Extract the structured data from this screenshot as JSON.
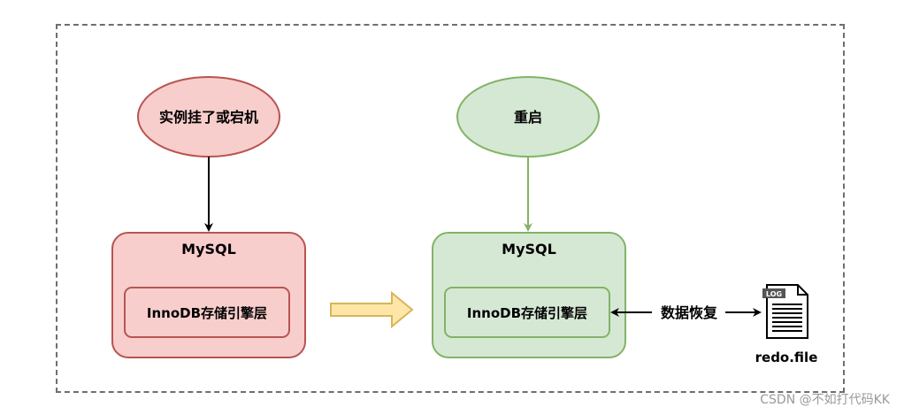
{
  "nodes": {
    "crash": "实例挂了或宕机",
    "restart": "重启",
    "left_mysql": "MySQL",
    "left_innodb": "InnoDB存储引擎层",
    "right_mysql": "MySQL",
    "right_innodb": "InnoDB存储引擎层",
    "recovery": "数据恢复",
    "log_badge": "LOG",
    "redo_file": "redo.file"
  },
  "watermark": "CSDN @不如打代码KK",
  "colors": {
    "red_fill": "#f8cecc",
    "red_stroke": "#b85450",
    "green_fill": "#d5e8d4",
    "green_stroke": "#82b366",
    "arrow_fill": "#ffe6a8",
    "arrow_stroke": "#d6b656"
  }
}
